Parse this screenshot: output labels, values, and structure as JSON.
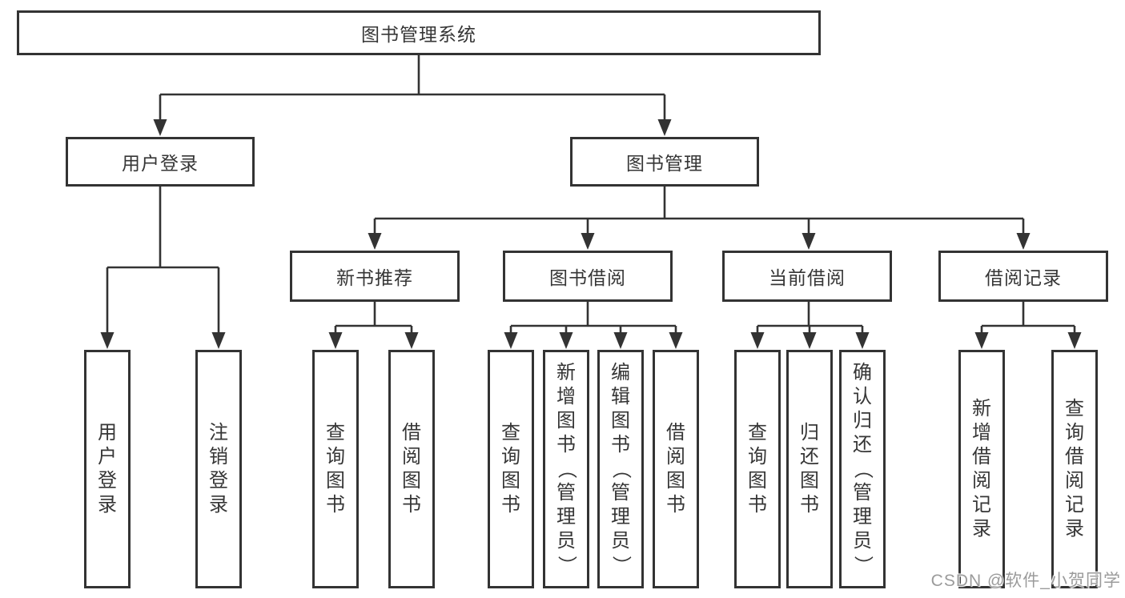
{
  "diagram": {
    "root": {
      "label": "图书管理系统",
      "children": [
        {
          "label": "用户登录",
          "children": [
            {
              "label": "用户登录"
            },
            {
              "label": "注销登录"
            }
          ]
        },
        {
          "label": "图书管理",
          "children": [
            {
              "label": "新书推荐",
              "children": [
                {
                  "label": "查询图书"
                },
                {
                  "label": "借阅图书"
                }
              ]
            },
            {
              "label": "图书借阅",
              "children": [
                {
                  "label": "查询图书"
                },
                {
                  "label": "新增图书（管理员）"
                },
                {
                  "label": "编辑图书（管理员）"
                },
                {
                  "label": "借阅图书"
                }
              ]
            },
            {
              "label": "当前借阅",
              "children": [
                {
                  "label": "查询图书"
                },
                {
                  "label": "归还图书"
                },
                {
                  "label": "确认归还（管理员）"
                }
              ]
            },
            {
              "label": "借阅记录",
              "children": [
                {
                  "label": "新增借阅记录"
                },
                {
                  "label": "查询借阅记录"
                }
              ]
            }
          ]
        }
      ]
    }
  },
  "watermark": {
    "text": "CSDN @软件_小贺同学"
  },
  "colors": {
    "line": "#333333",
    "text": "#363636",
    "watermark": "#9b9b9b",
    "background": "#ffffff"
  }
}
